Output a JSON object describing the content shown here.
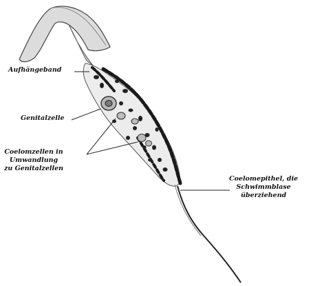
{
  "labels": {
    "aufhaengeband": "Aufhängeband",
    "genitalzelle": "Genitalzelle",
    "coelomzellen_line1": "Coelomzellen in",
    "coelomzellen_line2": "Umwandlung",
    "coelomzellen_line3": "zu Genitalzellen",
    "coelomepithel_line1": "Coelomepithel, die",
    "coelomepithel_line2": "Schwimmblase",
    "coelomepithel_line3": "überziehend"
  },
  "colors": {
    "ink": "#111111",
    "tissue_light": "#c8c8c8",
    "background": "#ffffff"
  }
}
